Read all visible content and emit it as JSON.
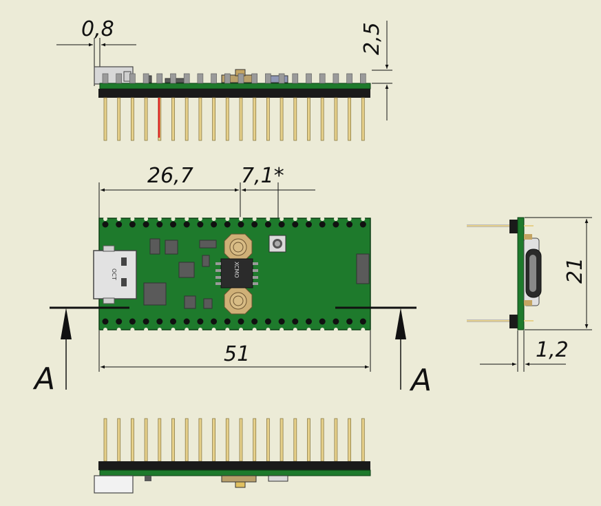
{
  "dimensions": {
    "top_left": "0,8",
    "top_right": "2,5",
    "width_partial": "26,7",
    "offset": "7,1*",
    "length": "51",
    "height": "21",
    "thickness": "1,2"
  },
  "section_labels": {
    "left": "A",
    "right": "A"
  },
  "chip_marks": {
    "usb_label": "OCT",
    "ic_label": "XCMO"
  },
  "colors": {
    "background": "#ECEBD7",
    "pcb": "#1E7A2C",
    "pin": "#E6D08A",
    "highlight_pin": "#E02020",
    "component": "#5A5A5A"
  }
}
